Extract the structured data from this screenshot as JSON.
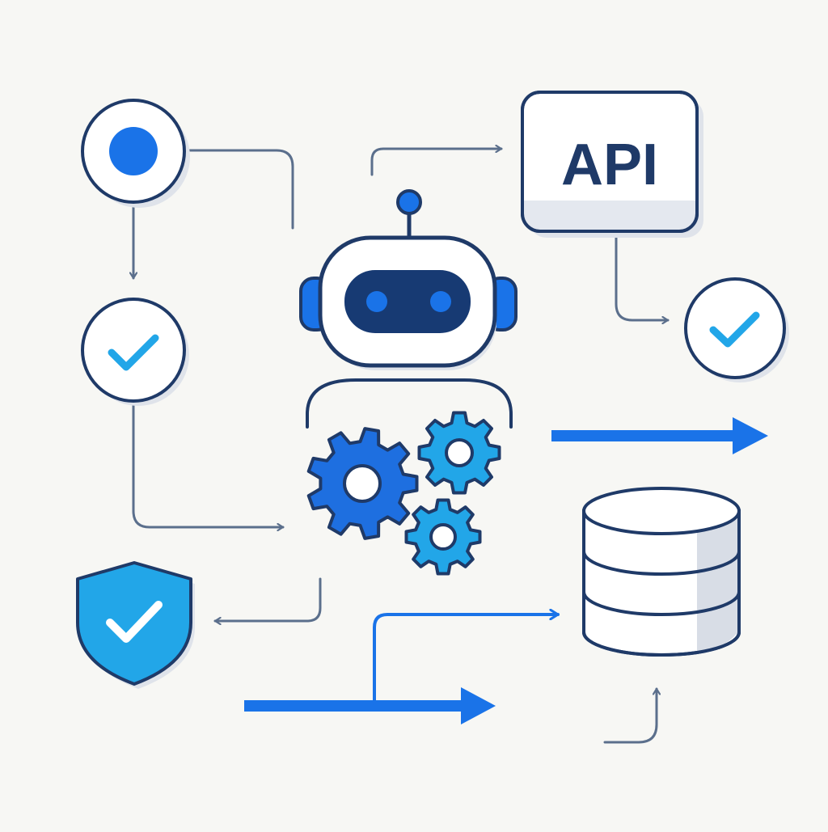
{
  "diagram": {
    "api_box": {
      "label": "API"
    },
    "nodes": [
      "start-node",
      "check-node-left",
      "check-node-right",
      "shield-check",
      "robot",
      "gears",
      "api-box",
      "database"
    ],
    "colors": {
      "background": "#f7f7f4",
      "stroke_dark": "#1f3a68",
      "connector_gray": "#5b6f8c",
      "accent_blue": "#1a73e8",
      "light_blue": "#22a6e8",
      "gear_blue": "#1e6fe0",
      "face_navy": "#173a73",
      "white": "#ffffff",
      "shadow": "#dfe3ea"
    },
    "icons": [
      "circle-dot-icon",
      "check-icon",
      "shield-check-icon",
      "robot-icon",
      "gear-icon",
      "api-box-icon",
      "database-icon",
      "arrow-icon"
    ]
  }
}
